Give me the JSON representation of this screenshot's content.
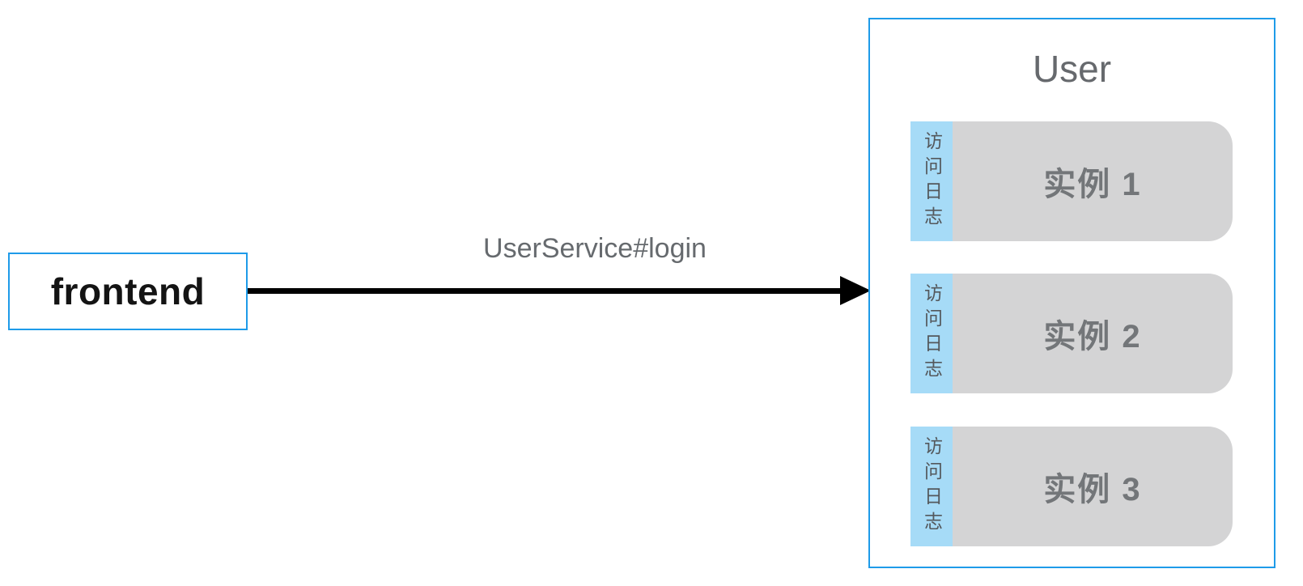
{
  "diagram": {
    "frontend_label": "frontend",
    "arrow_label": "UserService#login",
    "container_title": "User",
    "instances": [
      {
        "tab_label": "访问日志",
        "label": "实例 1"
      },
      {
        "tab_label": "访问日志",
        "label": "实例 2"
      },
      {
        "tab_label": "访问日志",
        "label": "实例 3"
      }
    ],
    "colors": {
      "box_border_blue": "#1e9be9",
      "access_log_tab_blue": "#a6dbf7",
      "instance_gray": "#d4d4d5",
      "title_text_gray": "#66696d",
      "instance_text_gray": "#737679",
      "arrow_black": "#000000"
    }
  }
}
